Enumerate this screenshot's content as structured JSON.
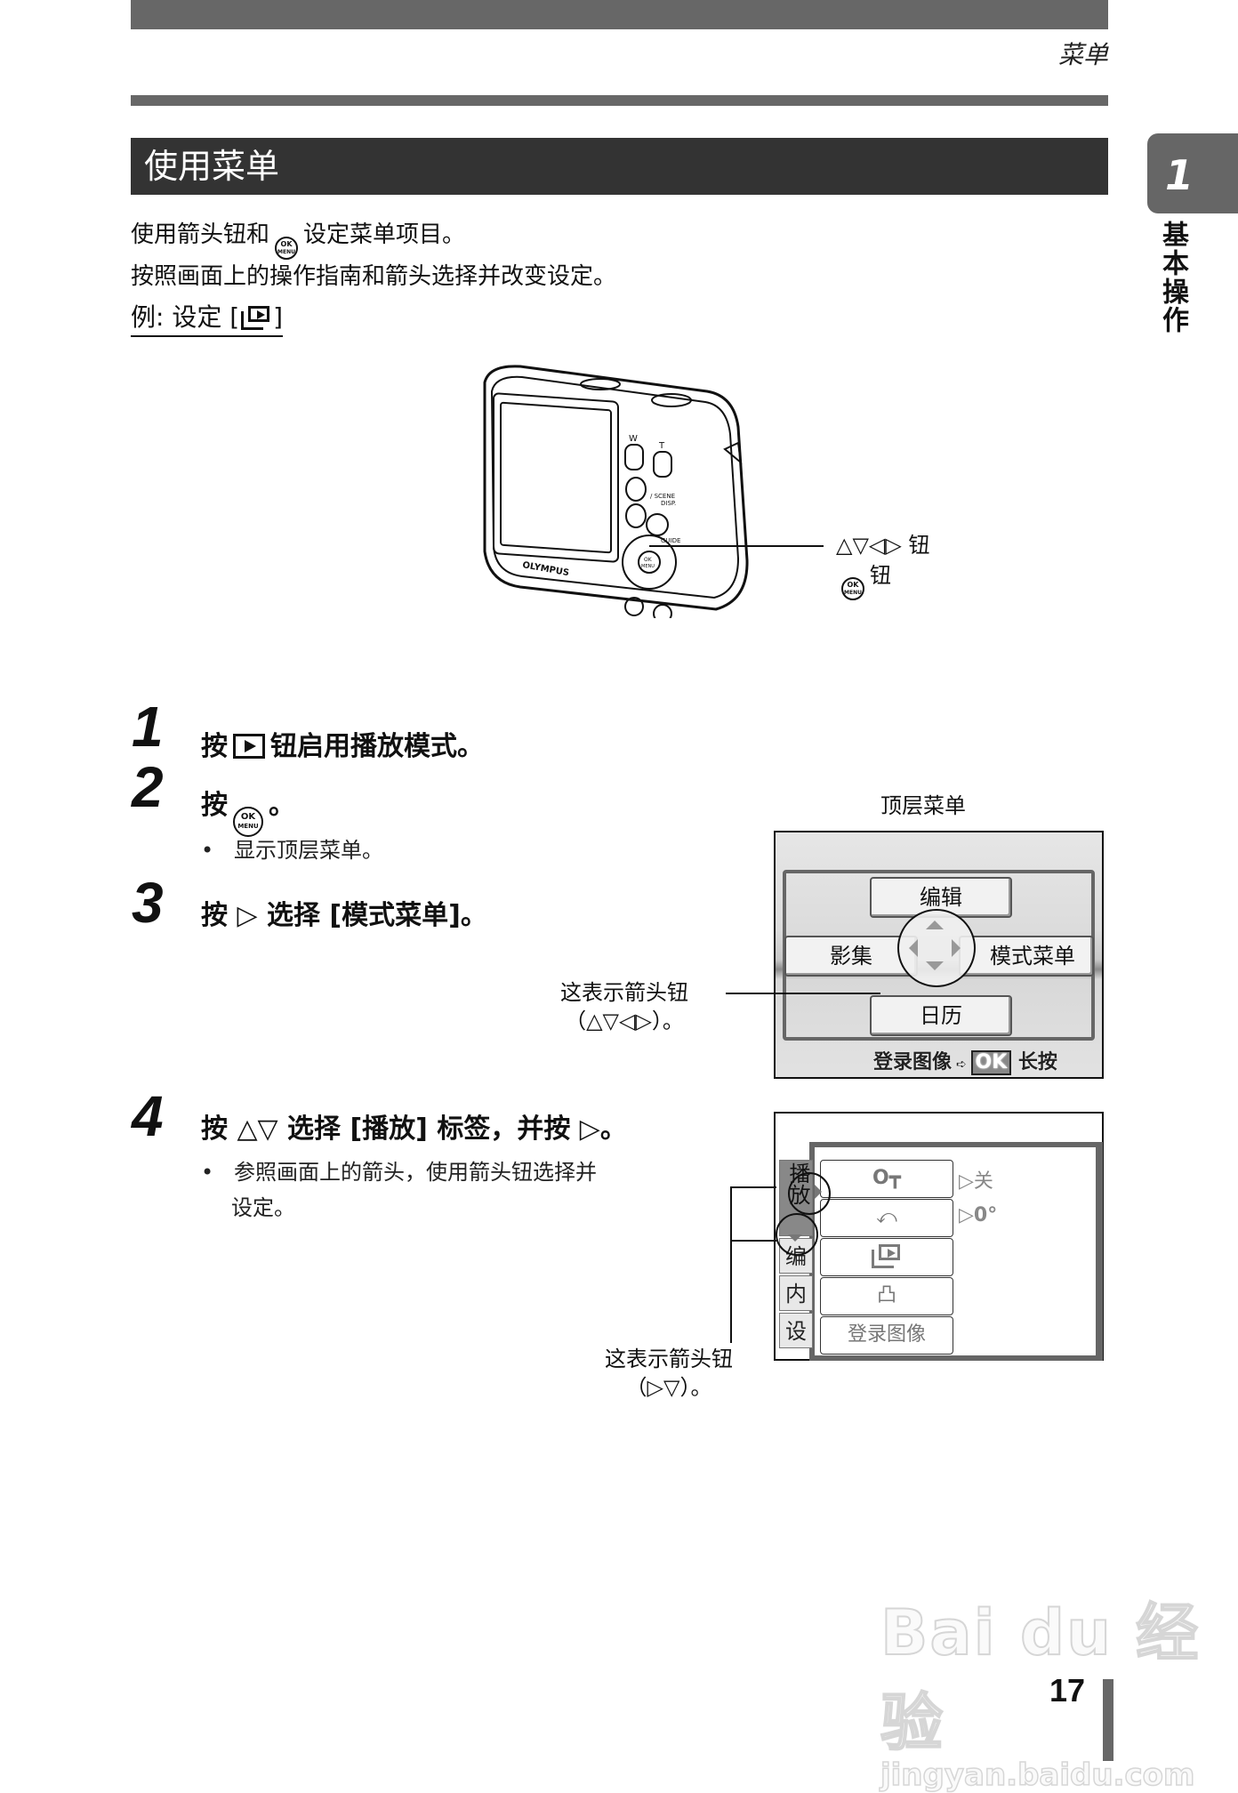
{
  "header": {
    "running_head": "菜单",
    "section_title": "使用菜单"
  },
  "chapter_tab": {
    "number": "1",
    "label": "基本操作"
  },
  "intro": {
    "line1_before": "使用箭头钮和",
    "line1_after": "设定菜单项目。",
    "line2": "按照画面上的操作指南和箭头选择并改变设定。",
    "example_prefix": "例:  设定 [",
    "example_suffix": "]"
  },
  "ok_menu_icon": {
    "top": "OK",
    "bottom": "MENU"
  },
  "camera": {
    "brand": "OLYMPUS",
    "labels": {
      "w": "W",
      "t": "T",
      "scene": "/ SCENE",
      "disp": "DISP.",
      "guide": "GUIDE",
      "ok": "OK",
      "menu": "MENU"
    },
    "callout_line1": "△▽◁▷ 钮",
    "callout_line2": "钮"
  },
  "steps": [
    {
      "num": "1",
      "before": "按",
      "after": "钮启用播放模式。"
    },
    {
      "num": "2",
      "before": "按",
      "after": "。",
      "bullet": "显示顶层菜单。"
    },
    {
      "num": "3",
      "text": "按 ▷ 选择 [模式菜单]。"
    },
    {
      "num": "4",
      "text": "按 △▽ 选择 [播放] 标签，并按 ▷。",
      "bullet_line1": "参照画面上的箭头，使用箭头钮选择并",
      "bullet_line2": "设定。"
    }
  ],
  "top_menu_screen": {
    "caption": "顶层菜单",
    "buttons": {
      "up": "编辑",
      "left": "影集",
      "right": "模式菜单",
      "down": "日历"
    },
    "footer_text": "登录图像",
    "footer_ok": "OK",
    "footer_hold": "长按",
    "callout_line1": "这表示箭头钮",
    "callout_line2": "（△▽◁▷）。"
  },
  "mode_menu_screen": {
    "tabs": [
      {
        "label": "播放",
        "active": true
      },
      {
        "label": "编",
        "active": false
      },
      {
        "label": "内",
        "active": false
      },
      {
        "label": "设",
        "active": false
      }
    ],
    "items": [
      {
        "icon": "protect-key-icon",
        "glyph": "O┳",
        "value": "关"
      },
      {
        "icon": "rotate-icon",
        "glyph": "⤺",
        "value": "0°"
      },
      {
        "icon": "slideshow-icon",
        "glyph": "",
        "value": ""
      },
      {
        "icon": "print-order-icon",
        "glyph": "凸",
        "value": ""
      },
      {
        "icon": "",
        "glyph": "登录图像",
        "value": ""
      }
    ],
    "callout_line1": "这表示箭头钮",
    "callout_line2": "（▷▽）。"
  },
  "footer": {
    "page_number": "17",
    "watermark_brand": "Bai du 经验",
    "watermark_url": "jingyan.baidu.com"
  },
  "colors": {
    "header_bar": "#676767",
    "section_title_bg": "#333333",
    "chapter_tab_bg": "#666666",
    "text": "#111111"
  }
}
